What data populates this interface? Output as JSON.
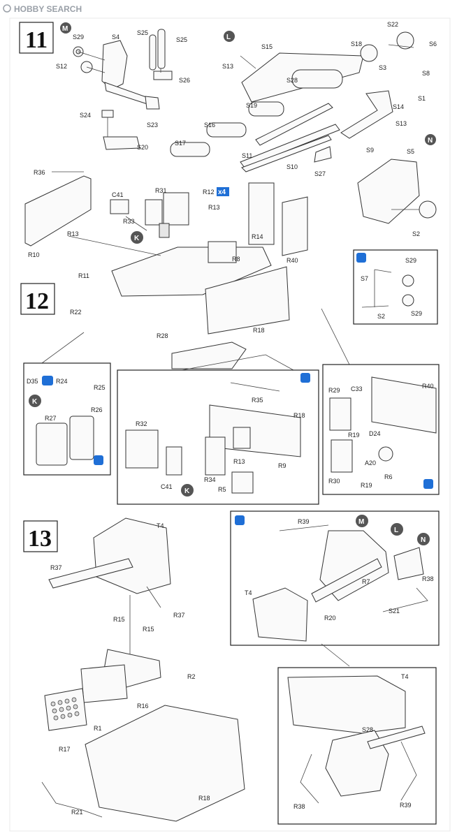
{
  "watermark": {
    "text": "HOBBY SEARCH"
  },
  "steps": {
    "s11": "11",
    "s12": "12",
    "s13": "13"
  },
  "markers": {
    "M": "M",
    "L": "L",
    "N": "N",
    "K": "K"
  },
  "multiplier": {
    "r12": "x4"
  },
  "labels": {
    "S29": "S29",
    "S4": "S4",
    "S25a": "S25",
    "S25b": "S25",
    "S12": "S12",
    "S26": "S26",
    "S24": "S24",
    "S23": "S23",
    "S20": "S20",
    "S13a": "S13",
    "S15": "S15",
    "S28": "S28",
    "S19": "S19",
    "S16": "S16",
    "S17": "S17",
    "S11": "S11",
    "S10": "S10",
    "S27": "S27",
    "S22": "S22",
    "S6": "S6",
    "S18": "S18",
    "S3": "S3",
    "S8": "S8",
    "S1": "S1",
    "S14": "S14",
    "S13b": "S13",
    "S9": "S9",
    "S5": "S5",
    "S2": "S2",
    "R36": "R36",
    "C41": "C41",
    "R31": "R31",
    "R12": "R12",
    "R13a": "R13",
    "R33": "R33",
    "R13b": "R13",
    "R10": "R10",
    "R14": "R14",
    "R8": "R8",
    "R40": "R40",
    "R11": "R11",
    "R22": "R22",
    "R18": "R18",
    "R28": "R28",
    "in_S7": "S7",
    "in_S29a": "S29",
    "in_S2": "S2",
    "in_S29b": "S29",
    "b1_D35": "D35",
    "b1_R24": "R24",
    "b1_R25": "R25",
    "b1_R27": "R27",
    "b1_R26": "R26",
    "b2_R35": "R35",
    "b2_R32": "R32",
    "b2_R18": "R18",
    "b2_R13": "R13",
    "b2_R9": "R9",
    "b2_C41": "C41",
    "b2_R34": "R34",
    "b2_R5": "R5",
    "b3_R29": "R29",
    "b3_C33": "C33",
    "b3_R40": "R40",
    "b3_R19a": "R19",
    "b3_D24": "D24",
    "b3_A20": "A20",
    "b3_R6": "R6",
    "b3_R30": "R30",
    "b3_R19b": "R19",
    "T4a": "T4",
    "R37a": "R37",
    "R37b": "R37",
    "R15a": "R15",
    "R15b": "R15",
    "R2": "R2",
    "R16": "R16",
    "R1": "R1",
    "R17": "R17",
    "R18c": "R18",
    "R21": "R21",
    "b4_R39": "R39",
    "b4_T4": "T4",
    "b4_R7": "R7",
    "b4_R38": "R38",
    "b4_R20": "R20",
    "b4_S21": "S21",
    "b5_T4": "T4",
    "b5_S28": "S28",
    "b5_R38": "R38",
    "b5_R39": "R39"
  },
  "colors": {
    "accent": "#1f6fd6",
    "marker": "#555555",
    "line": "#444444"
  }
}
